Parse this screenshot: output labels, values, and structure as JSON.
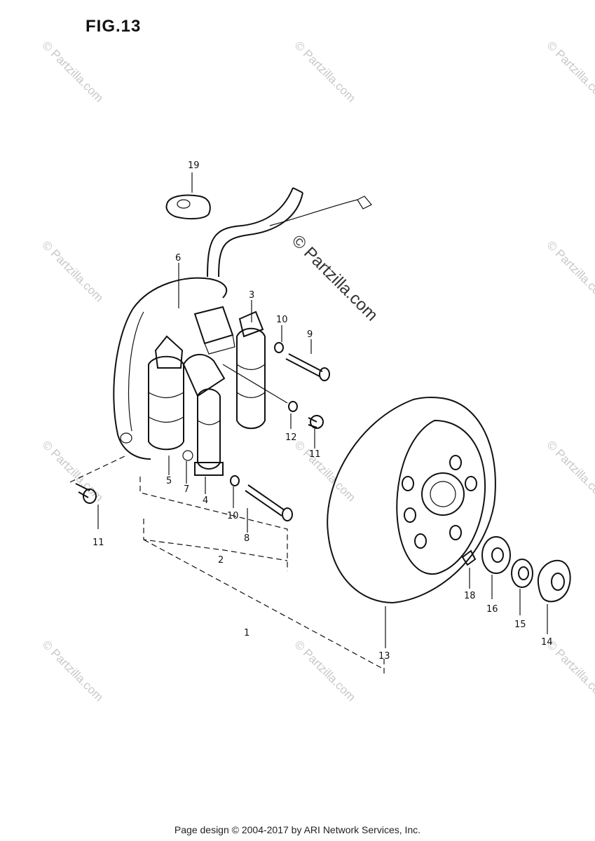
{
  "figure": {
    "title": "FIG.13"
  },
  "watermark": {
    "small": "© Partzilla.com",
    "large": "© Partzilla.com"
  },
  "footer": {
    "text": "Page design © 2004-2017 by ARI Network Services, Inc."
  },
  "callouts": {
    "c1": "1",
    "c2": "2",
    "c3": "3",
    "c4": "4",
    "c5": "5",
    "c6": "6",
    "c7": "7",
    "c8": "8",
    "c9": "9",
    "c10a": "10",
    "c10b": "10",
    "c11a": "11",
    "c11b": "11",
    "c12": "12",
    "c13": "13",
    "c14": "14",
    "c15": "15",
    "c16": "16",
    "c18": "18",
    "c19": "19"
  }
}
